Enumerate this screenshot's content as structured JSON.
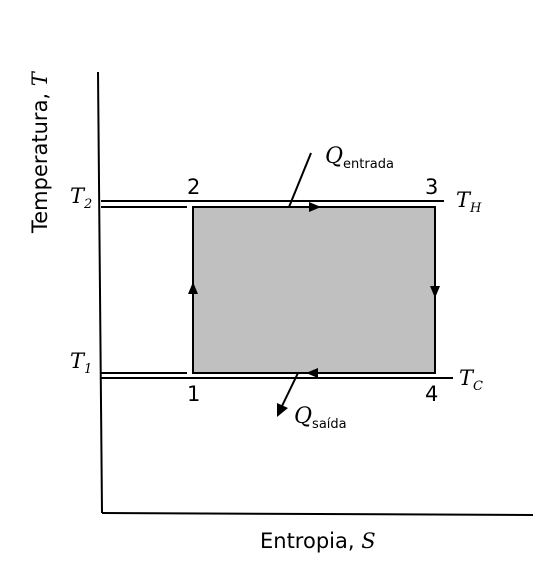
{
  "axes": {
    "y_label_text": "Temperatura, ",
    "y_label_symbol": "T",
    "x_label_text": "Entropia, ",
    "x_label_symbol": "S"
  },
  "temperature_levels": {
    "upper": {
      "symbol": "T",
      "subscript": "2"
    },
    "lower": {
      "symbol": "T",
      "subscript": "1"
    },
    "hot": {
      "symbol": "T",
      "subscript": "H"
    },
    "cold": {
      "symbol": "T",
      "subscript": "C"
    }
  },
  "states": {
    "s1": "1",
    "s2": "2",
    "s3": "3",
    "s4": "4"
  },
  "heat": {
    "in": {
      "symbol": "Q",
      "subscript": "entrada"
    },
    "out": {
      "symbol": "Q",
      "subscript": "saída"
    }
  },
  "colors": {
    "cycle_fill": "#c0c0c1",
    "ink": "#000000"
  }
}
